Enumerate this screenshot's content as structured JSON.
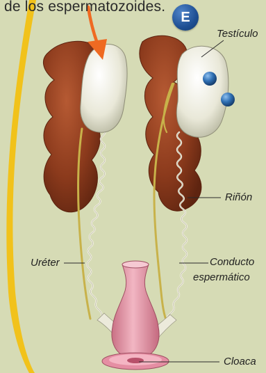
{
  "caption": {
    "text": "de los espermatozoides."
  },
  "badge": {
    "letter": "E",
    "color": "#1e4f93"
  },
  "labels": {
    "testicle": "Testículo",
    "kidney": "Riñón",
    "ureter": "Uréter",
    "sperm_duct_line1": "Conducto",
    "sperm_duct_line2": "espermático",
    "cloaca": "Cloaca"
  },
  "colors": {
    "background": "#d6dbb5",
    "kidney": "#8b3a1c",
    "testicle": "#e9e8d8",
    "duct": "#c8b24a",
    "cloaca": "#e9a5b4",
    "arrow": "#ef6a22",
    "sperm_dots": "#2f6fb3",
    "side_stripe": "#f1c21b"
  },
  "icons": {
    "pointer_arrow": "arrow-down-icon"
  }
}
